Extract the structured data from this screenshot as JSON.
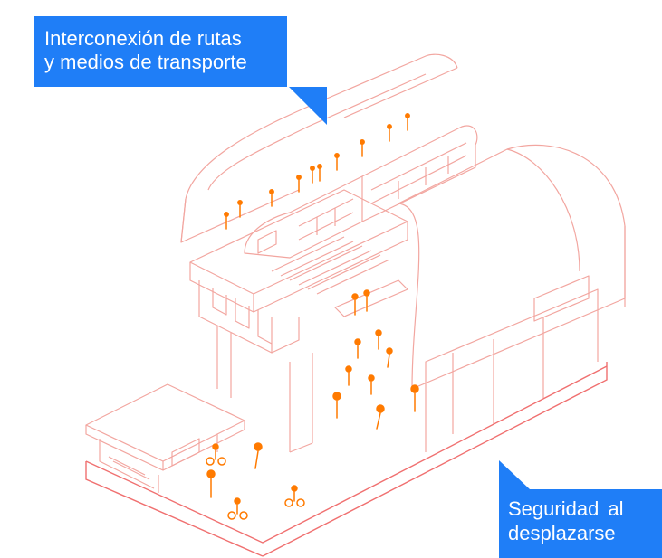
{
  "callouts": {
    "top": {
      "line1": "Interconexión de rutas",
      "line2": "y medios de transporte"
    },
    "bottom": {
      "line1": "Seguridad  al",
      "line2": "desplazarse"
    }
  },
  "colors": {
    "accent": "#1f7ef7",
    "outline": "#f2a6a0",
    "platform_edge": "#f07070",
    "people": "#ff7a00"
  },
  "illustration": {
    "subject": "elevated-train-station-isometric"
  }
}
